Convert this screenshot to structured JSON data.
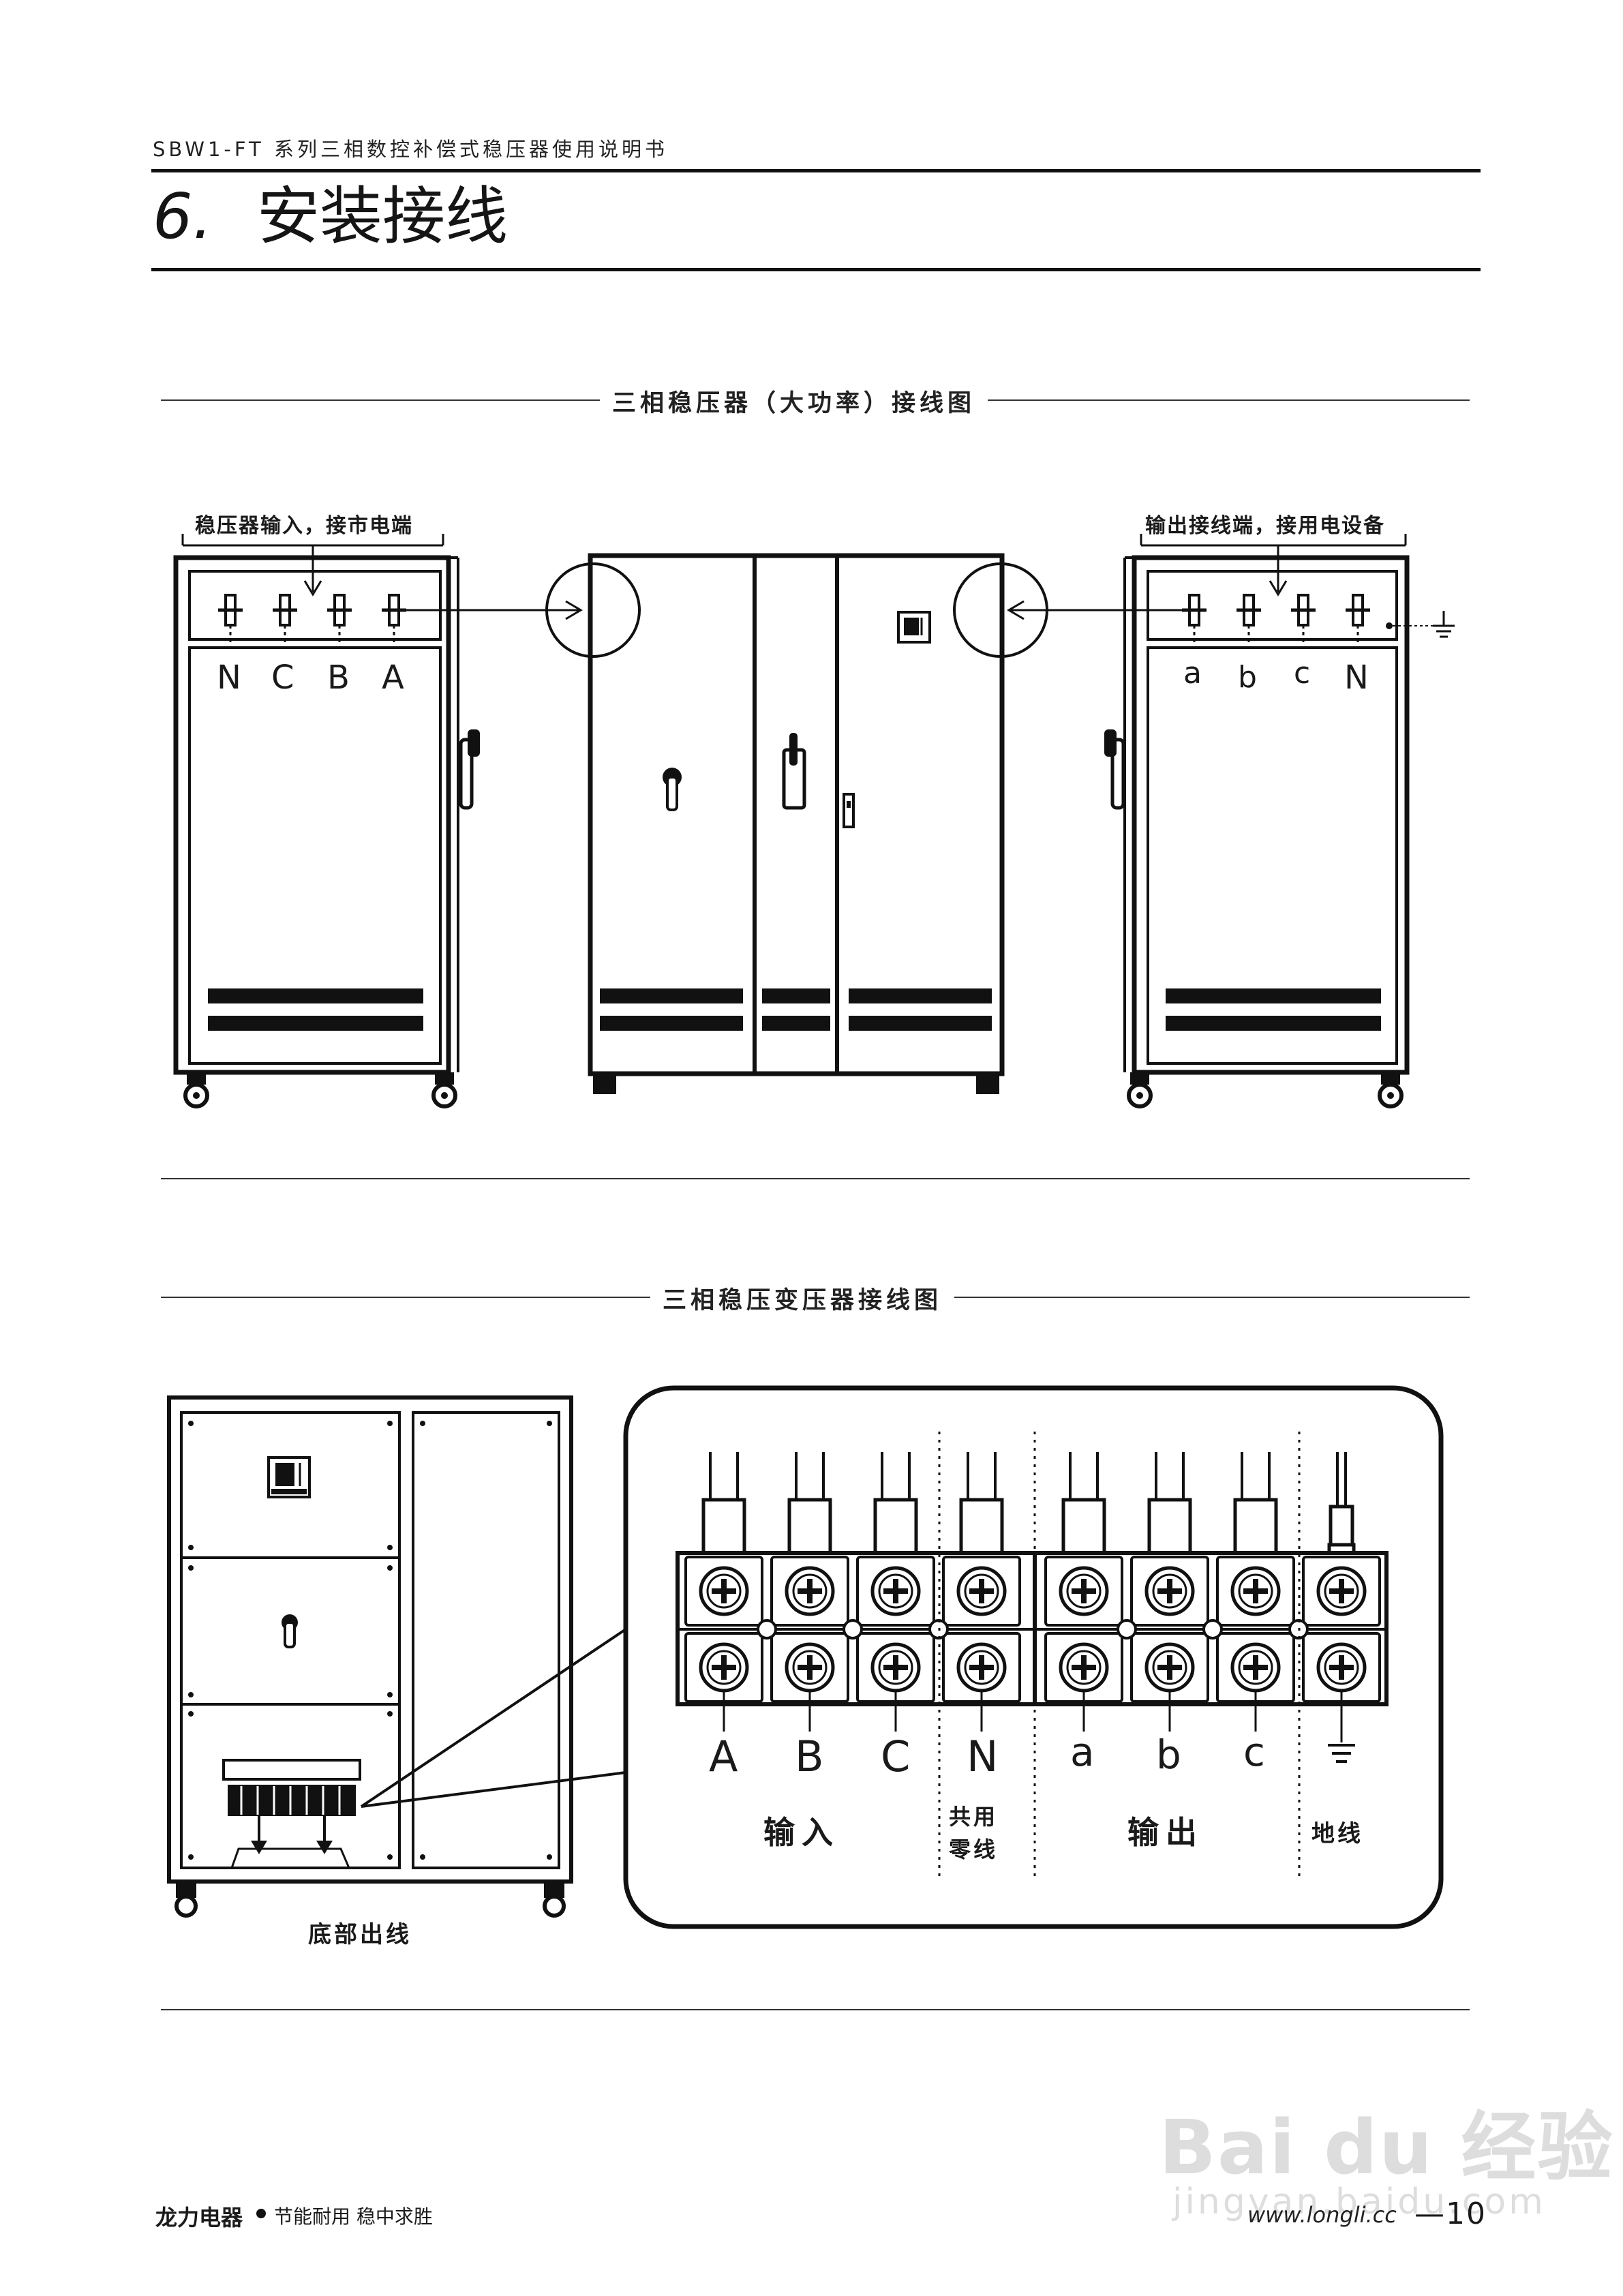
{
  "header": {
    "doc_title": "SBW1-FT 系列三相数控补偿式稳压器使用说明书"
  },
  "chapter": {
    "number": "6.",
    "title": "安装接线"
  },
  "section1": {
    "title": "三相稳压器（大功率）接线图",
    "input_note": "稳压器输入，接市电端",
    "output_note": "输出接线端，接用电设备",
    "input_terminals": [
      "N",
      "C",
      "B",
      "A"
    ],
    "output_terminals": [
      "a",
      "b",
      "c",
      "N"
    ]
  },
  "section2": {
    "title": "三相稳压变压器接线图",
    "bottom_label": "底部出线",
    "terminals": [
      "A",
      "B",
      "C",
      "N",
      "a",
      "b",
      "c"
    ],
    "group_input": "输入",
    "group_neutral_1": "共用",
    "group_neutral_2": "零线",
    "group_output": "输出",
    "group_ground": "地线"
  },
  "footer": {
    "brand": "龙力电器",
    "slogan": "节能耐用 稳中求胜",
    "url": "www.longli.cc",
    "page": "—10"
  },
  "watermark": {
    "main": "Bai du 经验",
    "sub": "jingyan.baidu.com"
  }
}
